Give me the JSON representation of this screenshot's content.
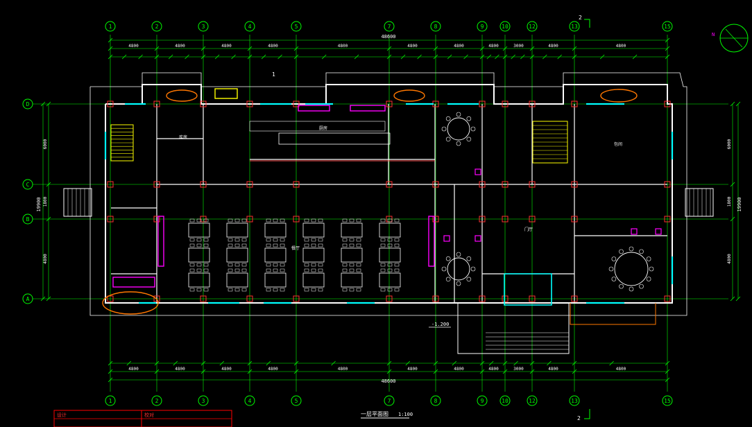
{
  "colors": {
    "background": "#000000",
    "axis": "#00ff00",
    "wall": "#ffffff",
    "column": "#ff3030",
    "dimension": "#00ff00",
    "text": "#ffffff",
    "window": "#00ffff",
    "stair": "#ffff00",
    "fixture": "#ff00ff",
    "markup": "#ff7700",
    "titleblock": "#ff0000"
  },
  "axes": {
    "vertical": [
      "1",
      "2",
      "3",
      "4",
      "5",
      "7",
      "8",
      "9",
      "10",
      "12",
      "13",
      "15"
    ],
    "horizontal": [
      "D",
      "C",
      "B",
      "A"
    ]
  },
  "dimensions": {
    "overall_top": "48600",
    "overall_bottom": "48600",
    "bays_top": [
      "4800",
      "4800",
      "4800",
      "4800",
      "4800",
      "4800",
      "4800",
      "4800",
      "3000",
      "4800",
      "4800"
    ],
    "bays_bottom": [
      "4800",
      "4800",
      "4800",
      "4800",
      "4800",
      "4800",
      "4800",
      "4800",
      "3000",
      "4800",
      "4800"
    ],
    "depth_left": [
      "6000",
      "1800",
      "4800"
    ],
    "overall_left": "19900",
    "overall_right": "19900",
    "depth_right": [
      "6000",
      "1800",
      "4800"
    ]
  },
  "annotations": {
    "section_mark_top": "2",
    "section_mark_bottom": "2",
    "section_mark_left": "1",
    "elevation": "-1.200",
    "plan_title": "一层平面图",
    "scale": "1:100",
    "north": "N"
  },
  "rooms": {
    "kitchen": "厨房",
    "dining_hall": "餐厅",
    "hall": "门厅",
    "banquet": "包间",
    "storage": "库房"
  },
  "title_block": {
    "label_a": "设计",
    "label_b": "校对"
  }
}
